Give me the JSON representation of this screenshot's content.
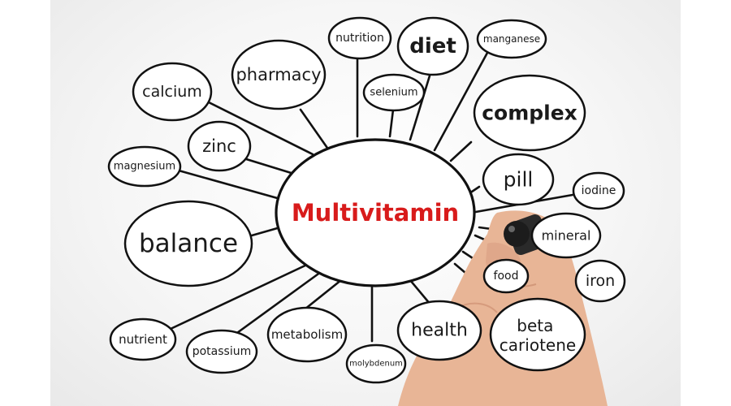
{
  "title": "Multivitamin",
  "nodes": {
    "calcium": "calcium",
    "pharmacy": "pharmacy",
    "nutrition": "nutrition",
    "diet": "diet",
    "manganese": "manganese",
    "selenium": "selenium",
    "complex": "complex",
    "zinc": "zinc",
    "magnesium": "magnesium",
    "pill": "pill",
    "iodine": "iodine",
    "balance": "balance",
    "mineral": "mineral",
    "food": "food",
    "iron": "iron",
    "nutrient": "nutrient",
    "potassium": "potassium",
    "metabolism": "metabolism",
    "molybdenum": "molybdenum",
    "health": "health",
    "beta_carotene": "beta\ncariotene"
  },
  "colors": {
    "title": "#d81b1b",
    "ink": "#111111",
    "marker_cap": "#1c1c1c",
    "skin": "#e8b596"
  }
}
